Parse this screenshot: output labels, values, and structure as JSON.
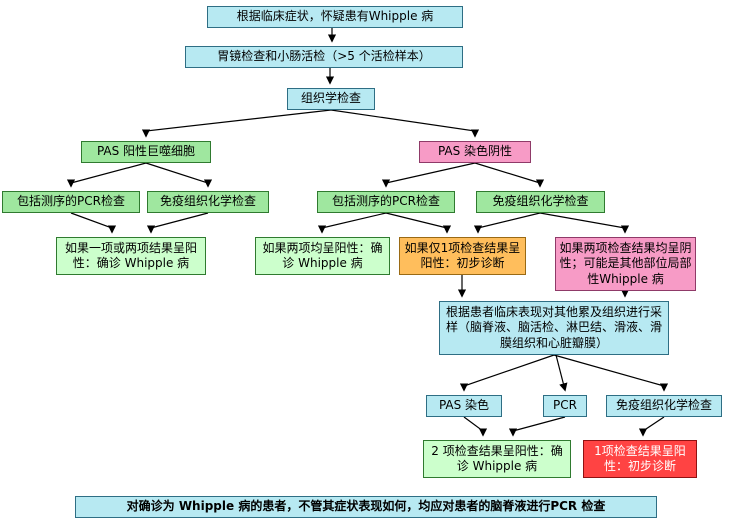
{
  "nodes": {
    "suspect": "根据临床症状，怀疑患有Whipple 病",
    "endoscopy": "胃镜检查和小肠活检（>5 个活检样本）",
    "histology": "组织学检查",
    "pas_positive": "PAS 阳性巨噬细胞",
    "pas_negative": "PAS 染色阴性",
    "pcr_seq_left": "包括测序的PCR检查",
    "ihc_left": "免疫组织化学检查",
    "one_or_two_positive": "如果一项或两项结果呈阳性：确诊 Whipple 病",
    "pcr_seq_right": "包括测序的PCR检查",
    "ihc_right": "免疫组织化学检查",
    "both_positive": "如果两项均呈阳性：确诊 Whipple 病",
    "only_one_positive": "如果仅1项检查结果呈阳性：初步诊断",
    "both_negative": "如果两项检查结果均呈阴性；可能是其他部位局部性Whipple 病",
    "sampling": "根据患者临床表现对其他累及组织进行采样（脑脊液、脑活检、淋巴结、滑液、滑膜组织和心脏瓣膜）",
    "pas_stain": "PAS 染色",
    "pcr": "PCR",
    "ihc_followup": "免疫组织化学检查",
    "two_positive_confirm": "2 项检查结果呈阳性：确诊 Whipple 病",
    "one_positive_prelim": "1项检查结果呈阳性：初步诊断",
    "footnote": "对确诊为 Whipple 病的患者，不管其症状表现如何，均应对患者的脑脊液进行PCR 检查"
  },
  "colors": {
    "cyan": "#b7e9f2",
    "green": "#9fe79f",
    "light_green": "#ccffcc",
    "pink": "#f79bc6",
    "orange": "#ffbe5c",
    "red": "#ff4343",
    "line": "#000000"
  }
}
